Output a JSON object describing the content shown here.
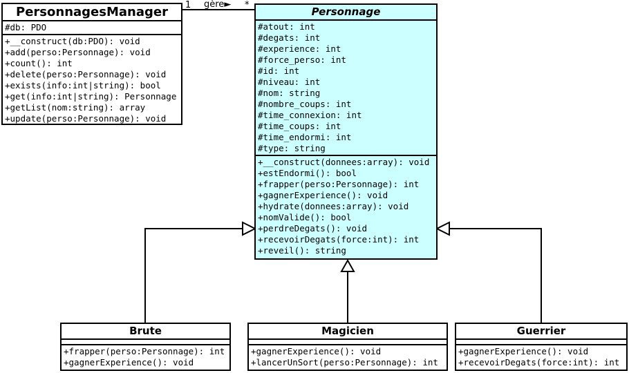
{
  "colors": {
    "line": "#000000",
    "class_fill_default": "#FFFFFF",
    "class_fill_personnage": "#CCFFFF"
  },
  "classes": {
    "manager": {
      "title": "PersonnagesManager",
      "attributes": [
        "#db: PDO"
      ],
      "methods": [
        "+__construct(db:PDO): void",
        "+add(perso:Personnage): void",
        "+count(): int",
        "+delete(perso:Personnage): void",
        "+exists(info:int|string): bool",
        "+get(info:int|string): Personnage",
        "+getList(nom:string): array",
        "+update(perso:Personnage): void"
      ]
    },
    "personnage": {
      "title": "Personnage",
      "attributes": [
        "#atout: int",
        "#degats: int",
        "#experience: int",
        "#force_perso: int",
        "#id: int",
        "#niveau: int",
        "#nom: string",
        "#nombre_coups: int",
        "#time_connexion: int",
        "#time_coups: int",
        "#time_endormi: int",
        "#type: string"
      ],
      "methods": [
        "+__construct(donnees:array): void",
        "+estEndormi(): bool",
        "+frapper(perso:Personnage): int",
        "+gagnerExperience(): void",
        "+hydrate(donnees:array): void",
        "+nomValide(): bool",
        "+perdreDegats(): void",
        "+recevoirDegats(force:int): int",
        "+reveil(): string"
      ]
    },
    "brute": {
      "title": "Brute",
      "attributes": [],
      "methods": [
        "+frapper(perso:Personnage): int",
        "+gagnerExperience(): void"
      ]
    },
    "magicien": {
      "title": "Magicien",
      "attributes": [],
      "methods": [
        "+gagnerExperience(): void",
        "+lancerUnSort(perso:Personnage): int"
      ]
    },
    "guerrier": {
      "title": "Guerrier",
      "attributes": [],
      "methods": [
        "+gagnerExperience(): void",
        "+recevoirDegats(force:int): int"
      ]
    }
  },
  "association": {
    "multiplicity_from": "1",
    "label": "gère",
    "direction_arrow": "►",
    "multiplicity_to": "*"
  }
}
